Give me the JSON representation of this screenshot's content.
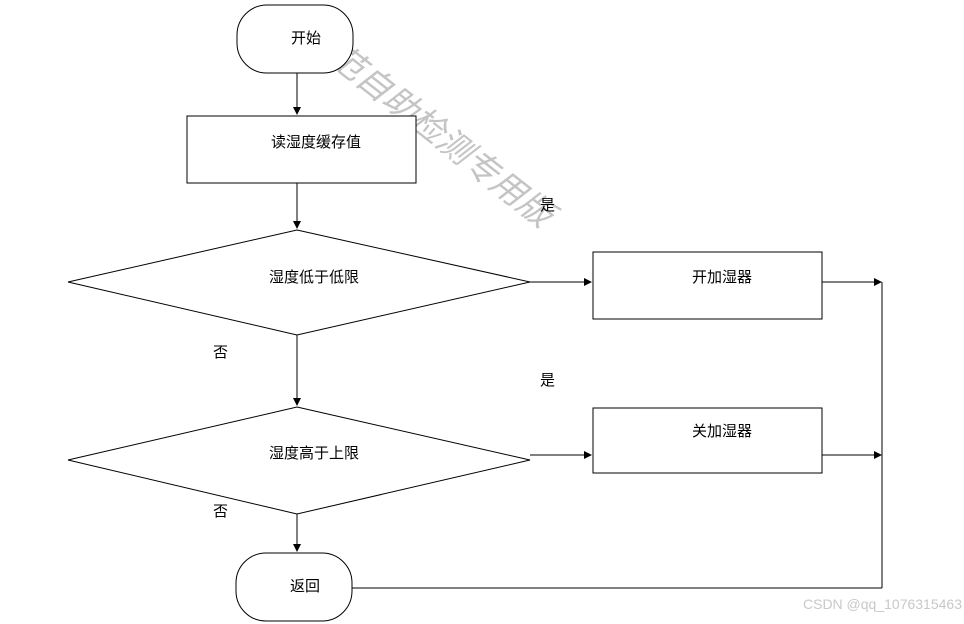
{
  "nodes": {
    "start": "开始",
    "read": "读湿度缓存值",
    "cond_low": "湿度低于低限",
    "humidifier_on": "开加湿器",
    "cond_high": "湿度高于上限",
    "humidifier_off": "关加湿器",
    "return": "返回"
  },
  "edge_labels": {
    "low_yes": "是",
    "low_no": "否",
    "high_yes": "是",
    "high_no": "否"
  },
  "watermark": "规范自助检测专用版",
  "credit": "CSDN @qq_1076315463",
  "colors": {
    "line": "#000000",
    "watermark": "#c4c4c4",
    "credit": "#c8c8c8"
  }
}
